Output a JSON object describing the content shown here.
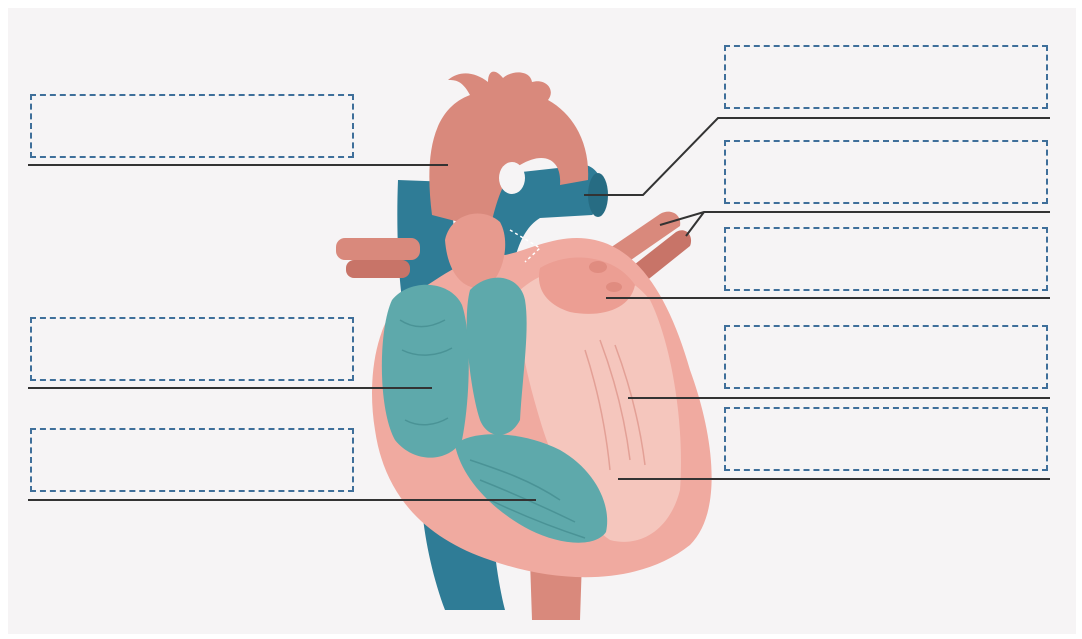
{
  "colors": {
    "background": "#f6f4f5",
    "aorta": "#d9897c",
    "vena_cava": "#2f7c96",
    "heart_outer": "#f0aaa0",
    "heart_inner": "#f5c6bd",
    "right_side": "#5ea9ab",
    "leader_line": "#333333",
    "box_border": "#3f6f9a"
  },
  "labels": {
    "left": [
      {
        "id": "aorta",
        "text": ""
      },
      {
        "id": "right-atrium",
        "text": ""
      },
      {
        "id": "right-ventricle",
        "text": ""
      }
    ],
    "right": [
      {
        "id": "pulmonary-artery",
        "text": ""
      },
      {
        "id": "pulmonary-veins",
        "text": ""
      },
      {
        "id": "left-atrium",
        "text": ""
      },
      {
        "id": "left-ventricle",
        "text": ""
      },
      {
        "id": "septum",
        "text": ""
      }
    ]
  }
}
